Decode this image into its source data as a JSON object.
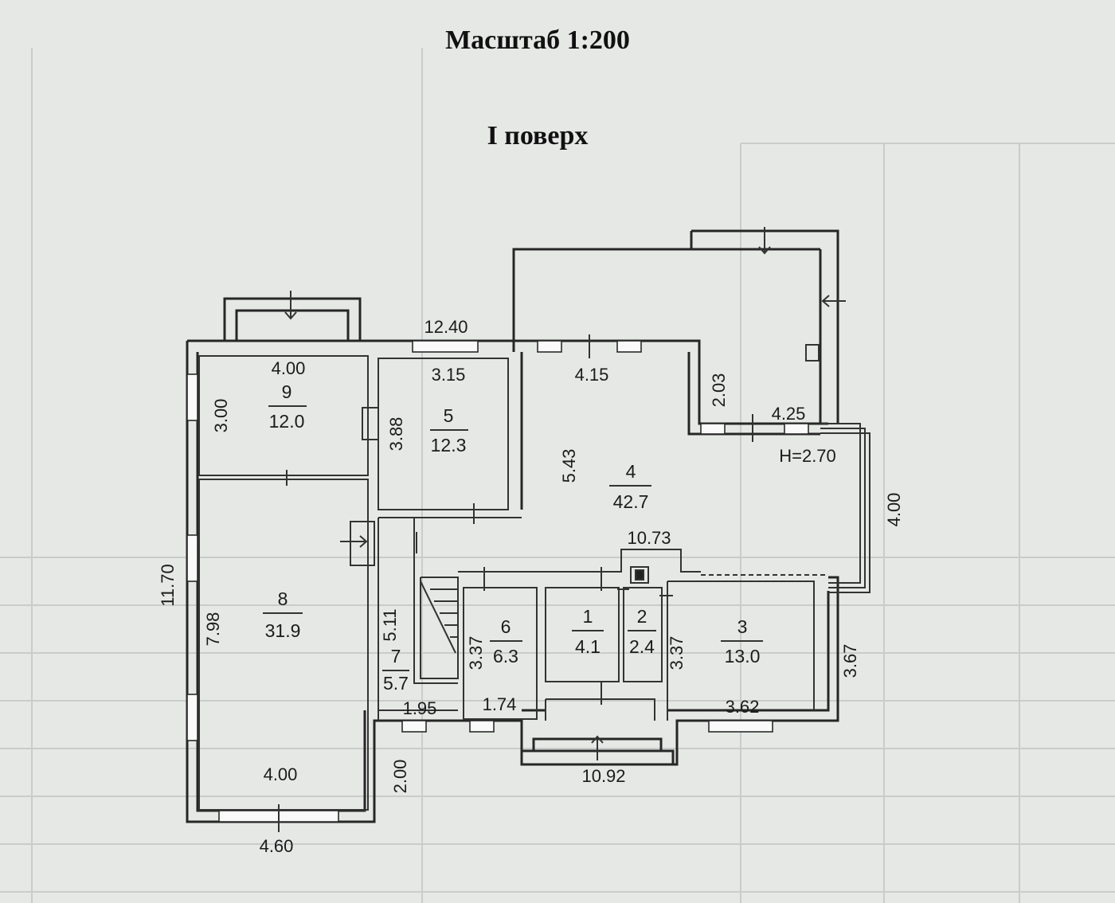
{
  "header": {
    "scale": "Масштаб 1:200",
    "floor": "І поверх"
  },
  "rooms": [
    {
      "id": "9",
      "area": "12.0"
    },
    {
      "id": "5",
      "area": "12.3"
    },
    {
      "id": "4",
      "area": "42.7"
    },
    {
      "id": "8",
      "area": "31.9"
    },
    {
      "id": "7",
      "area": "5.7"
    },
    {
      "id": "6",
      "area": "6.3"
    },
    {
      "id": "1",
      "area": "4.1"
    },
    {
      "id": "2",
      "area": "2.4"
    },
    {
      "id": "3",
      "area": "13.0"
    }
  ],
  "dimensions": {
    "top_total": "12.40",
    "room9_width": "4.00",
    "room9_depth": "3.00",
    "room5_width": "3.15",
    "room5_depth": "3.88",
    "room4_width": "4.15",
    "room4_depth": "5.43",
    "step_depth": "2.03",
    "right_width": "4.25",
    "height": "H=2.70",
    "right_depth": "4.00",
    "middle_total": "10.73",
    "left_total": "11.70",
    "room8_depth": "7.98",
    "room7_depth": "5.11",
    "room6_depth": "3.37",
    "room3_depth": "3.37",
    "room3_right": "3.67",
    "room7_width": "1.95",
    "room6_width": "1.74",
    "room3_width": "3.62",
    "bottom_total": "10.92",
    "room8_width": "4.00",
    "lower_total": "4.60",
    "lower_depth": "2.00"
  },
  "colors": {
    "paper": "#e6e8e6",
    "line": "#262626"
  }
}
